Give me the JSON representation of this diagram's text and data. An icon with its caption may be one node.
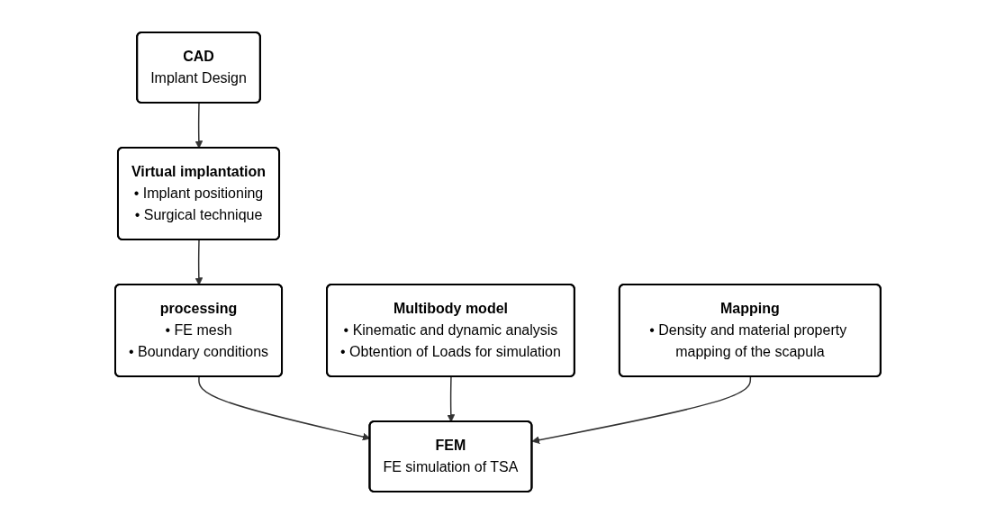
{
  "diagram": {
    "nodes": [
      {
        "text": [
          "CAD",
          "Implant Design"
        ]
      },
      {
        "text": [
          "Virtual implantation",
          "• Implant positioning",
          "• Surgical technique"
        ]
      },
      {
        "text": [
          "processing",
          "• FE mesh",
          "• Boundary conditions"
        ]
      },
      {
        "text": [
          "Multibody model",
          "• Kinematic and dynamic analysis",
          "• Obtention of Loads for simulation"
        ]
      },
      {
        "text": [
          "Mapping",
          "• Density and material property mapping of the scapula"
        ]
      },
      {
        "text": [
          "FEM",
          "FE simulation of TSA"
        ]
      }
    ],
    "edges": [
      {
        "from": 0,
        "to": 1,
        "arrow": "to"
      },
      {
        "from": 1,
        "to": 2,
        "arrow": "to"
      },
      {
        "from": 2,
        "to": 5,
        "arrow": "to"
      },
      {
        "from": 3,
        "to": 5,
        "arrow": "to"
      },
      {
        "from": 4,
        "to": 5,
        "arrow": "to"
      }
    ]
  }
}
